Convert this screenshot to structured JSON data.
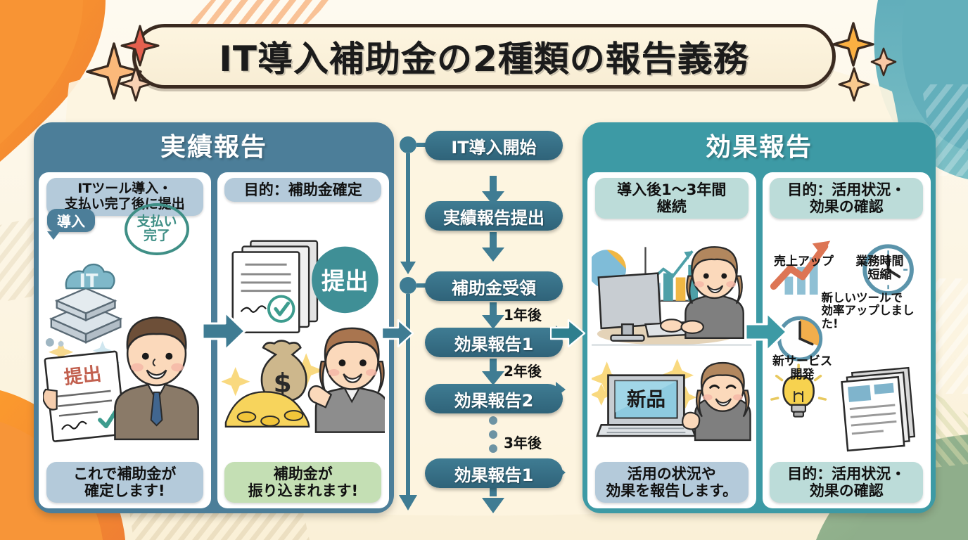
{
  "title": "IT導入補助金の2種類の報告義務",
  "colors": {
    "left_panel": "#4c7e99",
    "right_panel": "#3d9aa5",
    "timeline_node": "#2f6379",
    "bg_cream": "#fdf6e3",
    "blob_orange": "#f59134",
    "blob_teal": "#59a7b5",
    "blob_green": "#8fae8b",
    "arrow_blue": "#3f7c93",
    "arrow_teal": "#2f93a0"
  },
  "left_panel": {
    "header": "実績報告",
    "cards": [
      {
        "top_pill": "ITツール導入・\n支払い完了後に提出",
        "badges": [
          "導入",
          "支払い\n完了",
          "IT",
          "提出"
        ],
        "bottom_pill": "これで補助金が\n確定します!",
        "bottom_pill_color": "blue"
      },
      {
        "top_pill": "目的：補助金確定",
        "badges": [
          "提出"
        ],
        "bottom_pill": "補助金が\n振り込まれます!",
        "bottom_pill_color": "green"
      }
    ]
  },
  "timeline": {
    "nodes": [
      "IT導入開始",
      "実績報告提出",
      "補助金受領",
      "効果報告1",
      "効果報告2",
      "効果報告1"
    ],
    "interval_labels": [
      "1年後",
      "2年後",
      "3年後"
    ]
  },
  "right_panel": {
    "header": "効果報告",
    "cards": [
      {
        "top_pill": "導入後1〜3年間\n継続",
        "badges": [
          "新品"
        ],
        "bottom_pill": "活用の状況や\n効果を報告します。",
        "bottom_pill_color": "blue"
      },
      {
        "top_pill": "目的：活用状況・\n効果の確認",
        "metrics": [
          {
            "icon": "chart-up-icon",
            "label": "売上アップ"
          },
          {
            "icon": "clock-icon",
            "label": "業務時間\n短縮"
          },
          {
            "icon": "clock-pie-icon",
            "label": "新しいツールで\n効率アップしました!"
          },
          {
            "icon": "lightbulb-icon",
            "label": "新サービス\n開発"
          }
        ],
        "bottom_pill": "目的：活用状況・\n効果の確認",
        "bottom_pill_color": "teal"
      }
    ]
  }
}
